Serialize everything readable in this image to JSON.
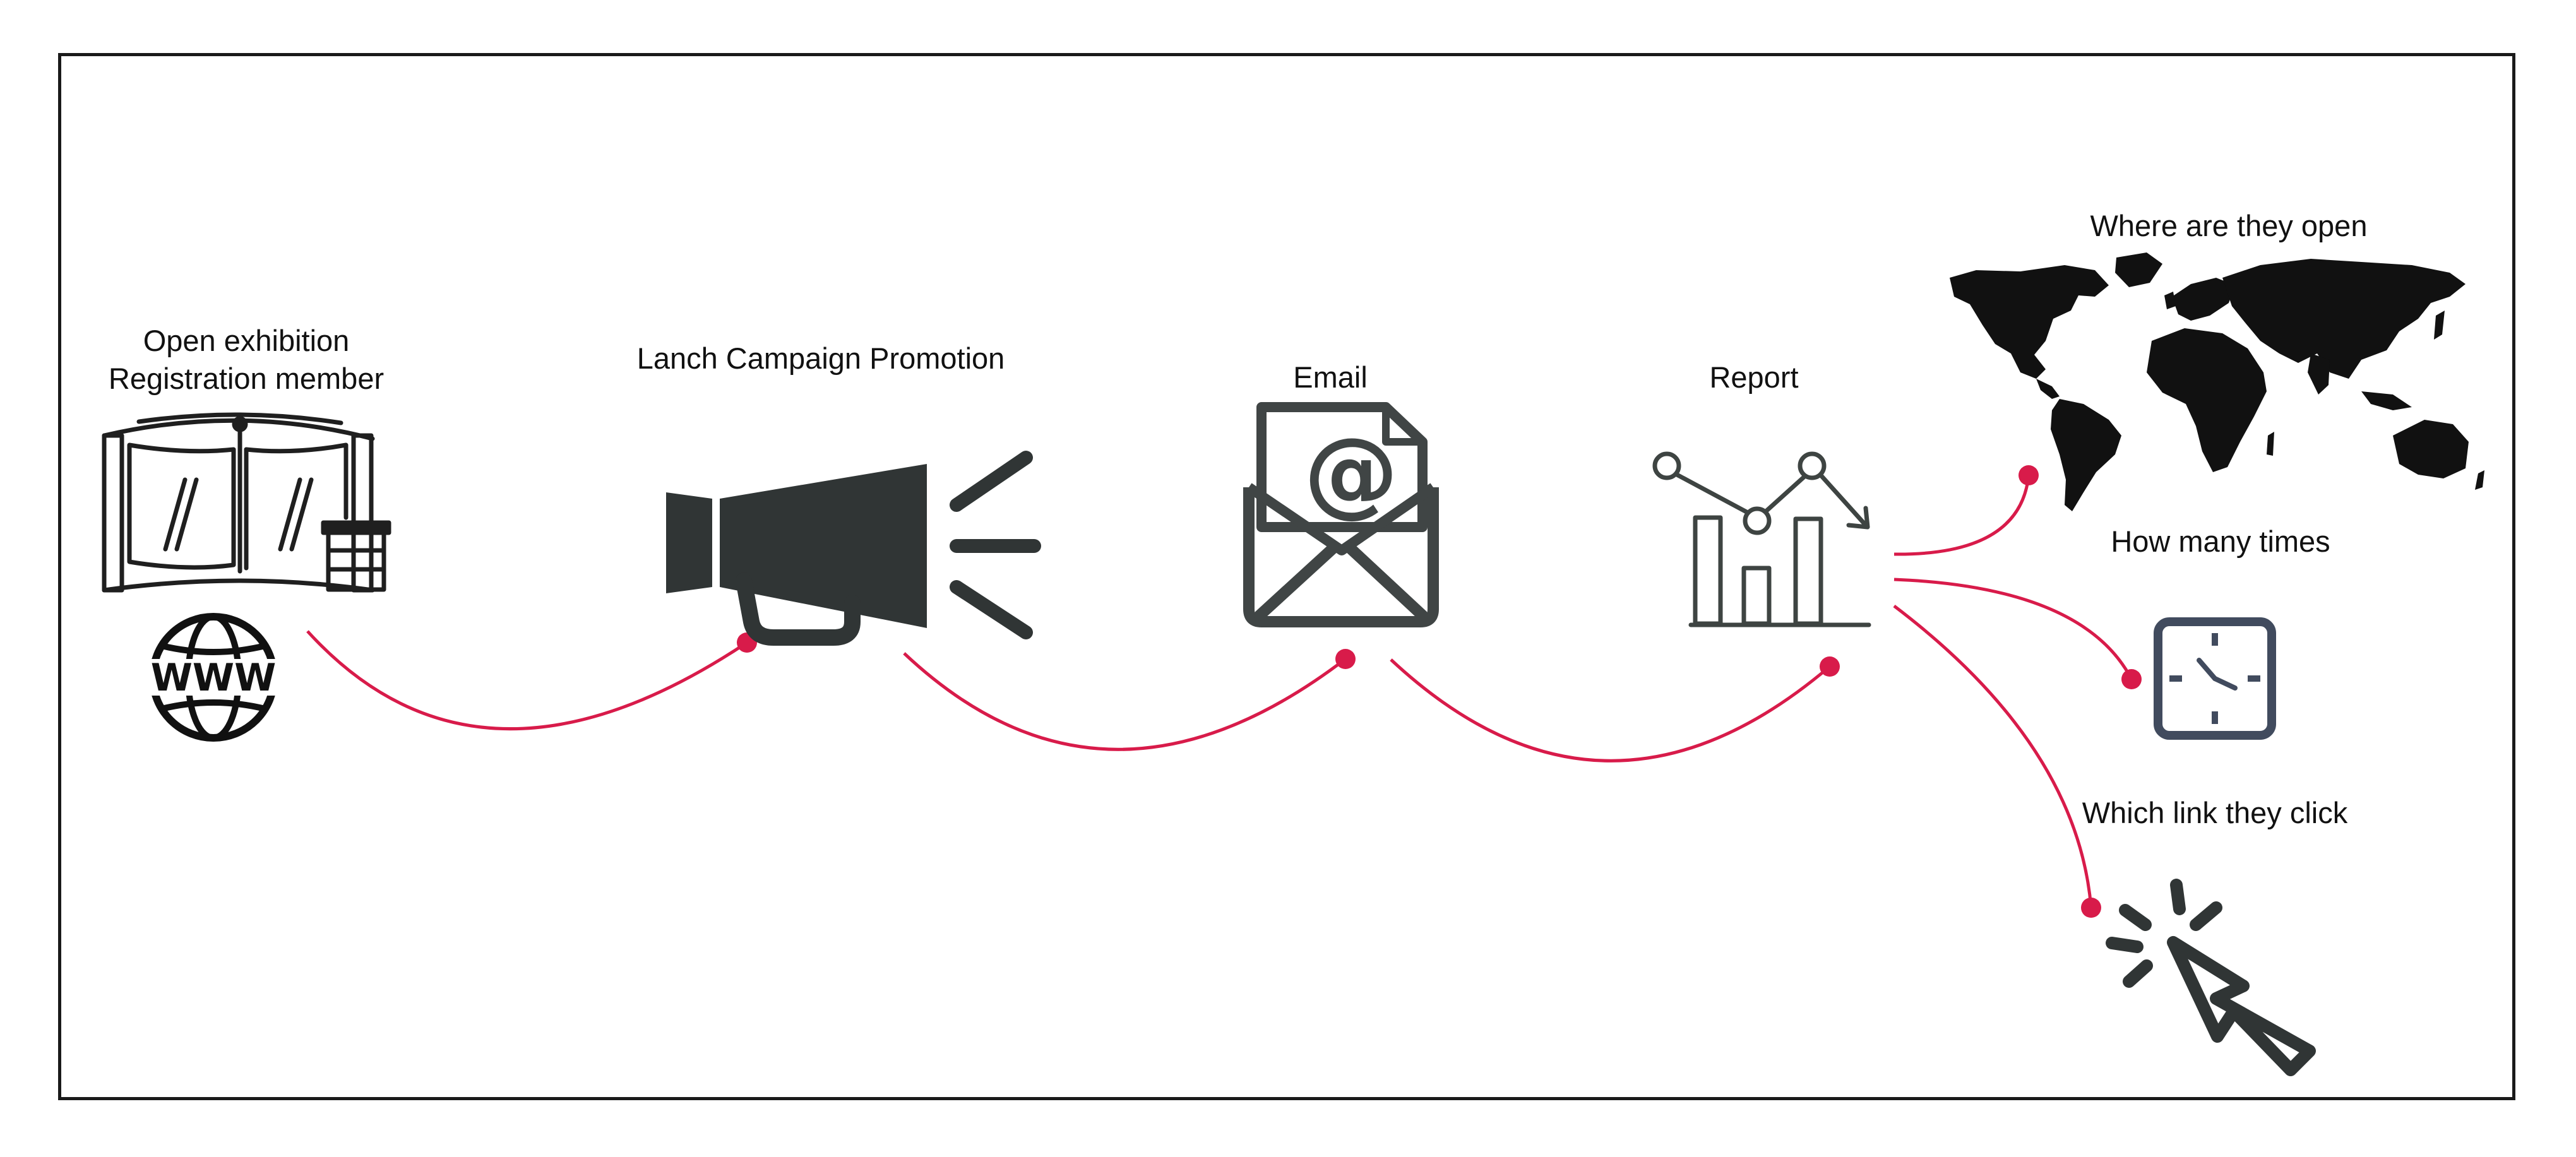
{
  "nodes": {
    "registration": {
      "label_line1": "Open exhibition",
      "label_line2": "Registration member",
      "icons": [
        "exhibition-booth-icon",
        "www-globe-icon"
      ]
    },
    "campaign": {
      "label": "Lanch Campaign Promotion",
      "icon": "megaphone-icon"
    },
    "email": {
      "label": "Email",
      "icon": "email-envelope-icon"
    },
    "report": {
      "label": "Report",
      "icon": "report-chart-icon"
    },
    "outcomes": [
      {
        "label": "Where are they open",
        "icon": "world-map-icon"
      },
      {
        "label": "How many times",
        "icon": "clock-icon"
      },
      {
        "label": "Which link they click",
        "icon": "cursor-click-icon"
      }
    ]
  },
  "colors": {
    "connector": "#d81b4a",
    "icon_dark": "#2f3433",
    "clock_frame": "#414b5e",
    "frame_border": "#1a1a1a"
  }
}
